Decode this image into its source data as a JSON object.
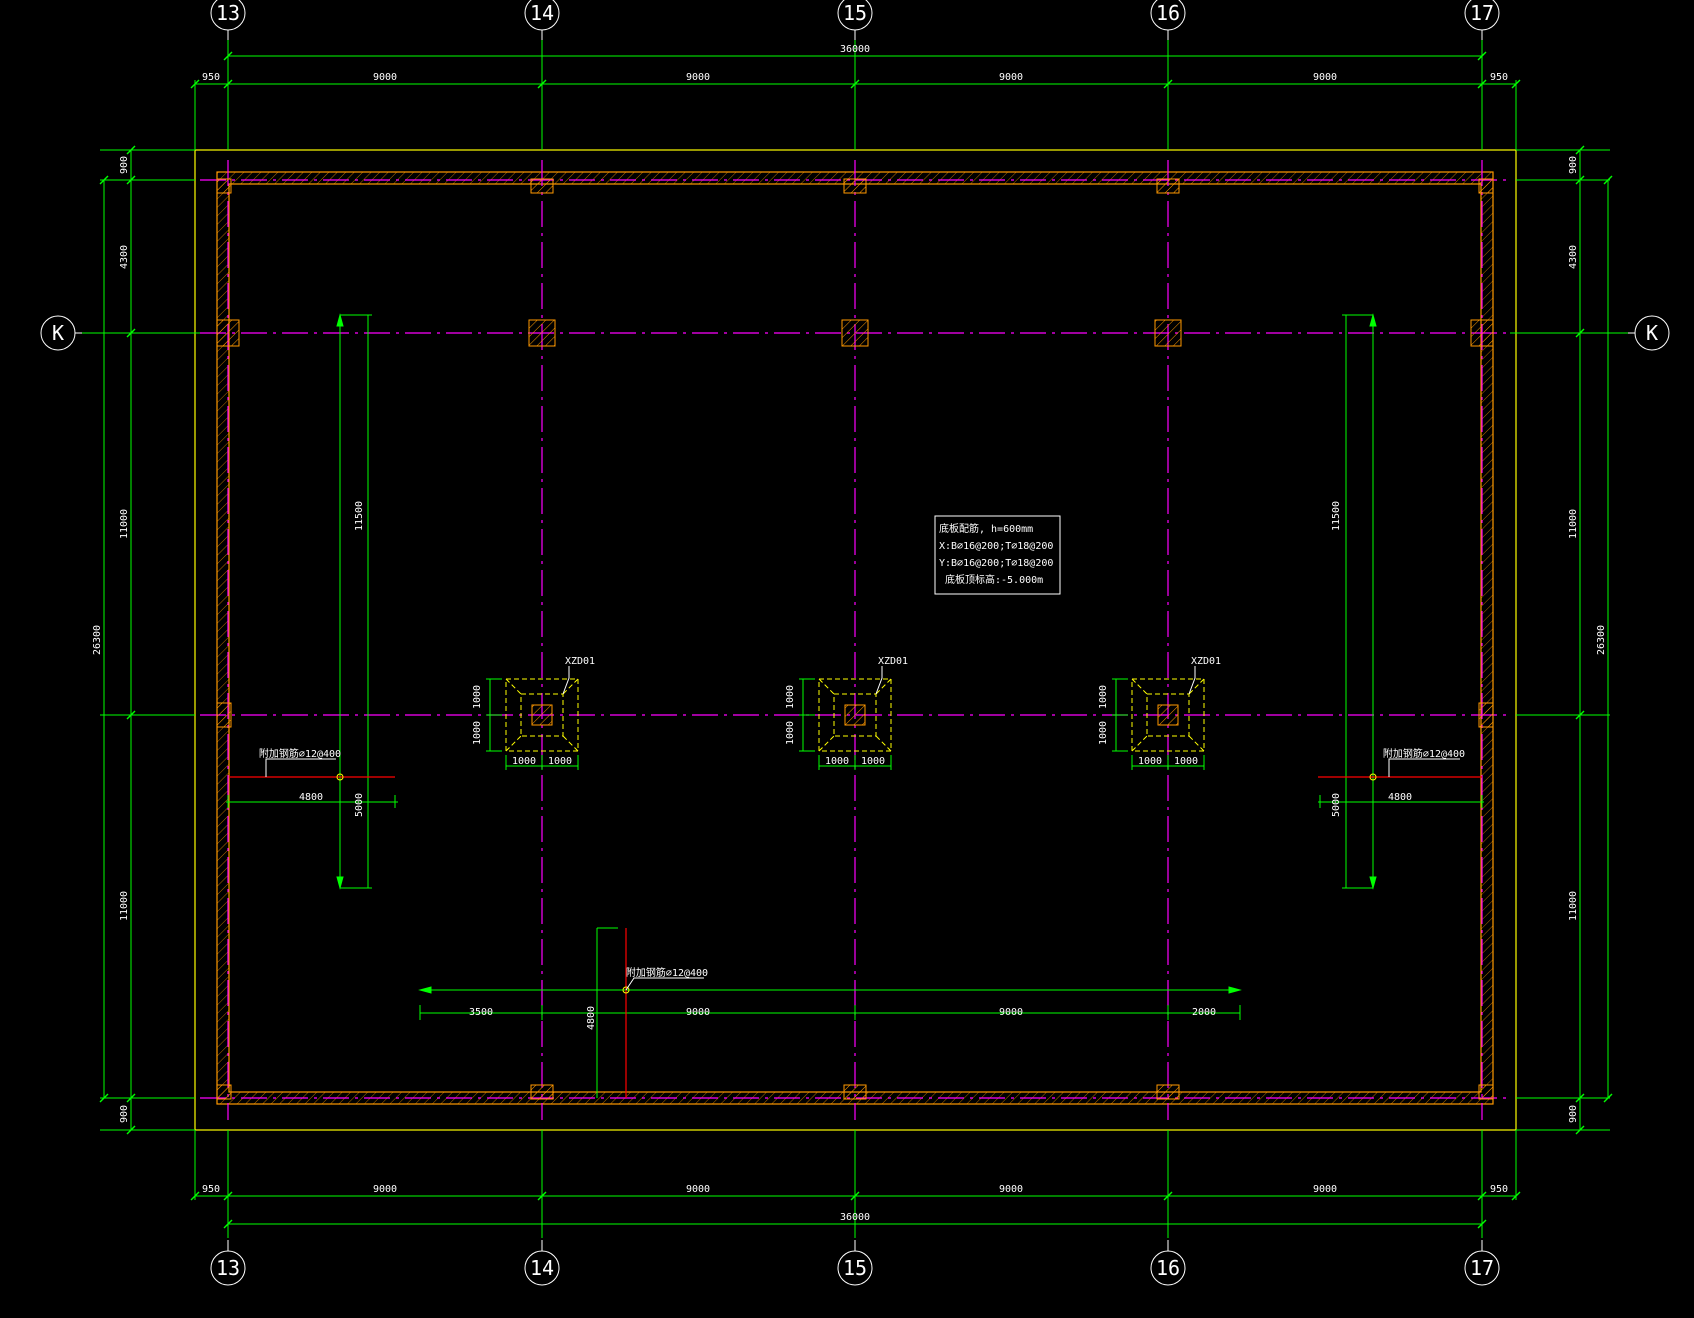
{
  "colors": {
    "background": "#000000",
    "axis": "#ff00ff",
    "dimension": "#00ff00",
    "slab": "#ffff00",
    "wall": "#ff9900",
    "column": "#ff9900",
    "cap": "#ffff00",
    "text": "#ffffff",
    "rebar": "#ff0000",
    "bubble": "#ffffff"
  },
  "axes": {
    "vertical": [
      "13",
      "14",
      "15",
      "16",
      "17"
    ],
    "horizontal": [
      "K"
    ]
  },
  "dims": {
    "top_total": "36000",
    "bottom_total": "36000",
    "top_segments": [
      "950",
      "9000",
      "9000",
      "9000",
      "9000",
      "950"
    ],
    "bottom_segments": [
      "950",
      "9000",
      "9000",
      "9000",
      "9000",
      "950"
    ],
    "left_total": "26300",
    "right_total": "26300",
    "left_segments": [
      "900",
      "4300",
      "11000",
      "11000",
      "900"
    ],
    "right_segments": [
      "900",
      "4300",
      "11000",
      "11000",
      "900"
    ]
  },
  "spec_box": {
    "line1": "底板配筋, h=600mm",
    "line2": "X:B⌀16@200;T⌀18@200",
    "line3": "Y:B⌀16@200;T⌀18@200",
    "line4": "底板顶标高:-5.000m"
  },
  "caps": {
    "label": "XZD01",
    "dim_h": [
      "1000",
      "1000"
    ],
    "dim_v": [
      "1000",
      "1000"
    ]
  },
  "additional": {
    "left_label": "附加钢筋⌀12@400",
    "right_label": "附加钢筋⌀12@400",
    "bottom_label": "附加钢筋⌀12@400",
    "left_len": "11500",
    "right_len": "11500",
    "left_w": "4800",
    "right_w": "4800",
    "left_h": "5000",
    "right_h": "5000",
    "bottom_segments": [
      "3500",
      "9000",
      "9000",
      "2000"
    ],
    "bottom_h": "4800"
  }
}
